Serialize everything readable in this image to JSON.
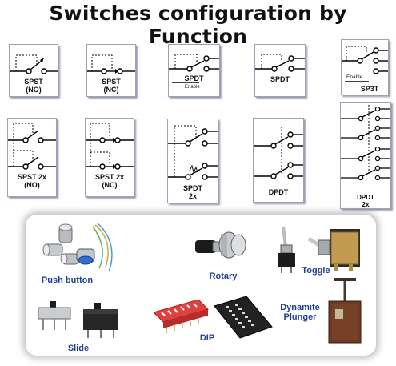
{
  "title": "Switches configuration by Function",
  "diagrams": [
    {
      "label_1": "SPST",
      "label_2": "(NO)"
    },
    {
      "label_1": "SPST",
      "label_2": "(NC)"
    },
    {
      "label_1": "SPDT",
      "note": "Enable"
    },
    {
      "label_1": "SPDT"
    },
    {
      "label_1": "SP3T",
      "note": "Enable"
    },
    {
      "label_1": "SPST 2x",
      "label_2": "(NO)"
    },
    {
      "label_1": "SPST 2x",
      "label_2": "(NC)"
    },
    {
      "label_1": "SPDT",
      "label_2": "2x"
    },
    {
      "label_1": "DPDT"
    },
    {
      "label_1": "DPDT",
      "label_2": "2x"
    }
  ],
  "photos": {
    "push_button": "Push button",
    "rotary": "Rotary",
    "toggle": "Toggle",
    "slide": "Slide",
    "dip": "DIP",
    "dynamite_1": "Dynamite",
    "dynamite_2": "Plunger"
  },
  "colors": {
    "card_border": "#9aa3b5",
    "photo_label": "#1f3f96",
    "dip_red": "#e0413f"
  }
}
